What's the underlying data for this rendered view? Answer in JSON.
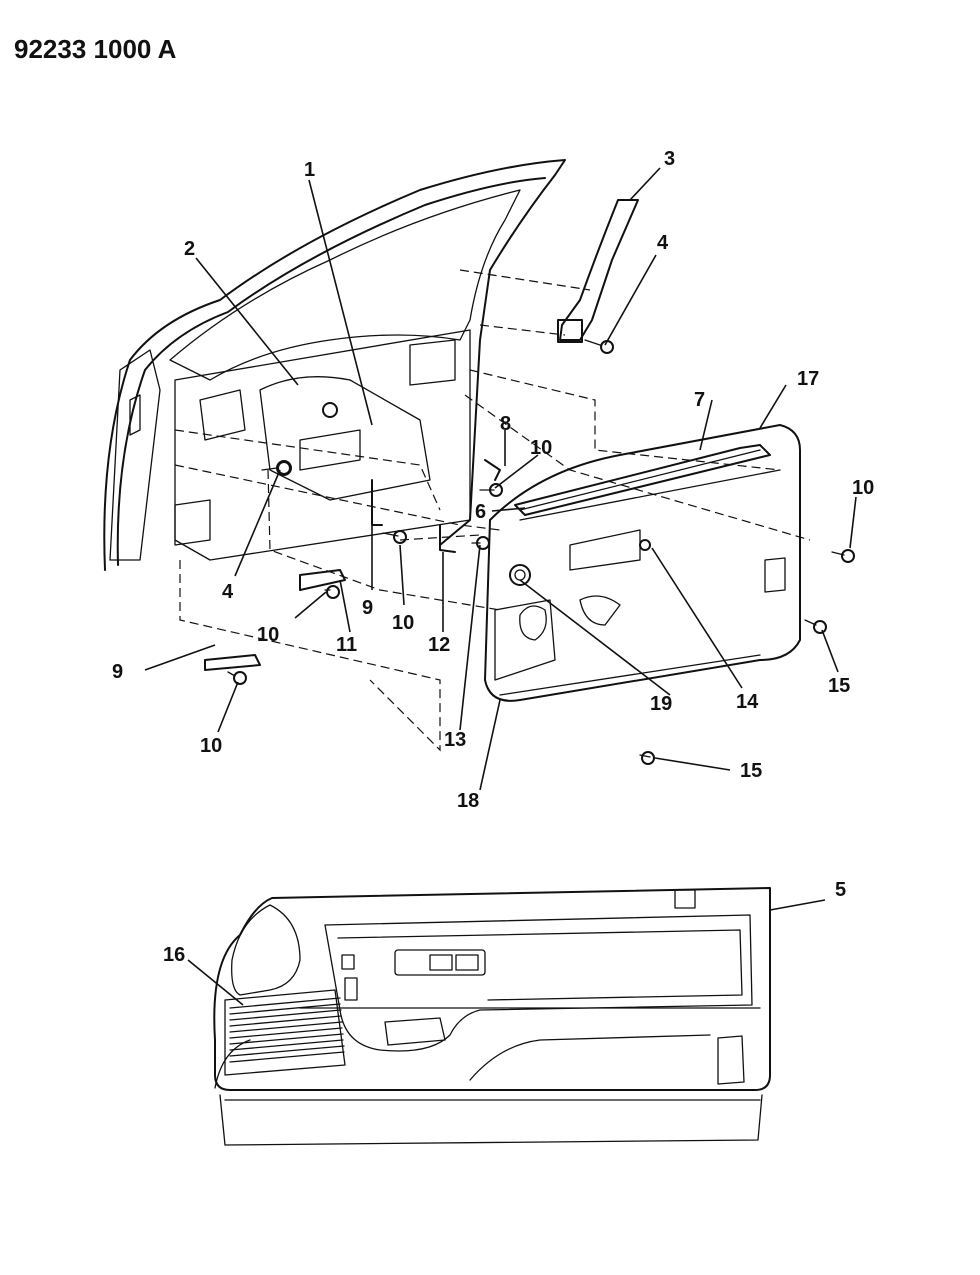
{
  "document_id": "92233 1000 A",
  "callouts": [
    "1",
    "2",
    "3",
    "4",
    "4",
    "5",
    "6",
    "7",
    "8",
    "9",
    "9",
    "10",
    "10",
    "10",
    "10",
    "10",
    "11",
    "12",
    "13",
    "14",
    "15",
    "15",
    "16",
    "17",
    "18",
    "19"
  ],
  "colors": {
    "ink": "#111111",
    "paper": "#ffffff"
  }
}
